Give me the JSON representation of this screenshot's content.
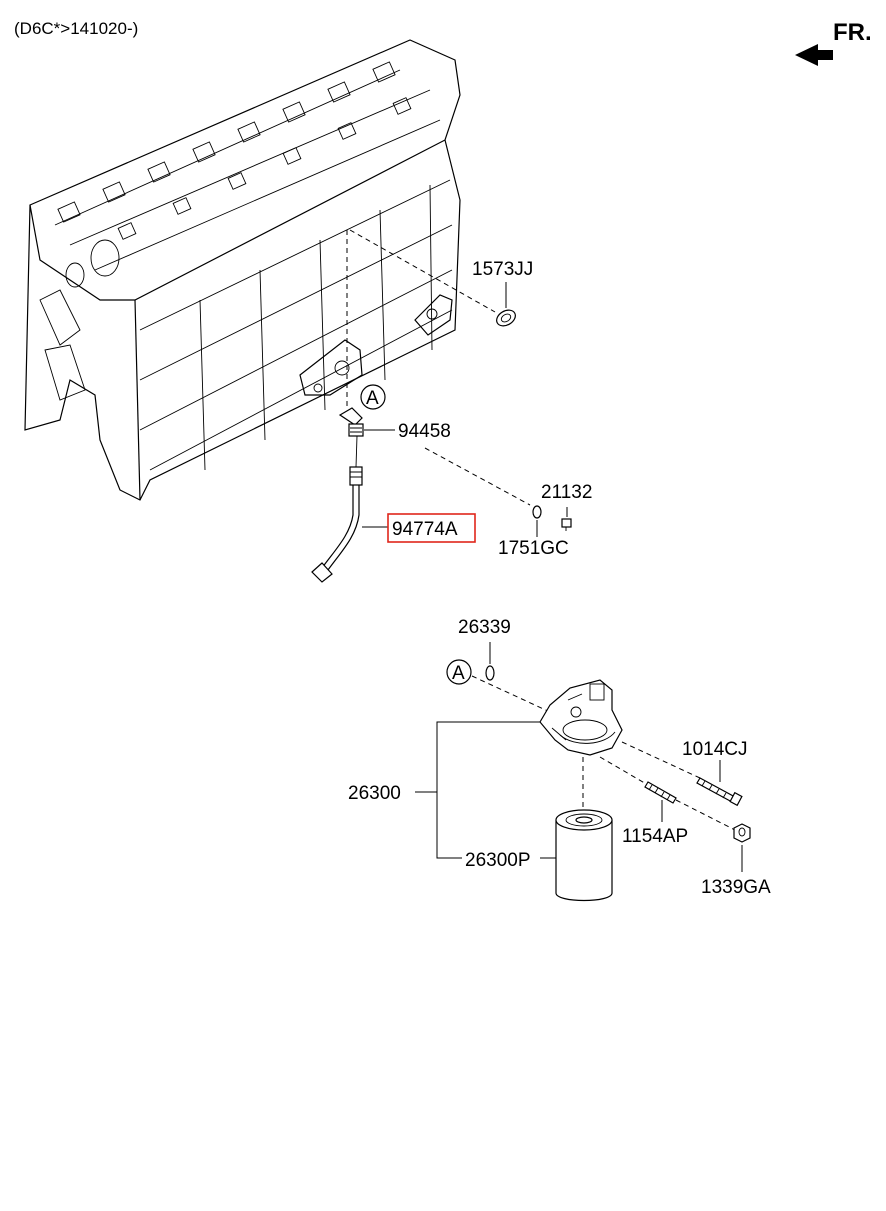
{
  "header": {
    "model_code": "(D6C*>141020-)",
    "front_label": "FR."
  },
  "ref_marks": {
    "a": "A"
  },
  "parts": {
    "p1573JJ": "1573JJ",
    "p94458": "94458",
    "p21132": "21132",
    "p94774A": "94774A",
    "p1751GC": "1751GC",
    "p26339": "26339",
    "p1014CJ": "1014CJ",
    "p26300": "26300",
    "p1154AP": "1154AP",
    "p26300P": "26300P",
    "p1339GA": "1339GA"
  },
  "highlight": {
    "part": "94774A",
    "color": "#e0261b"
  }
}
